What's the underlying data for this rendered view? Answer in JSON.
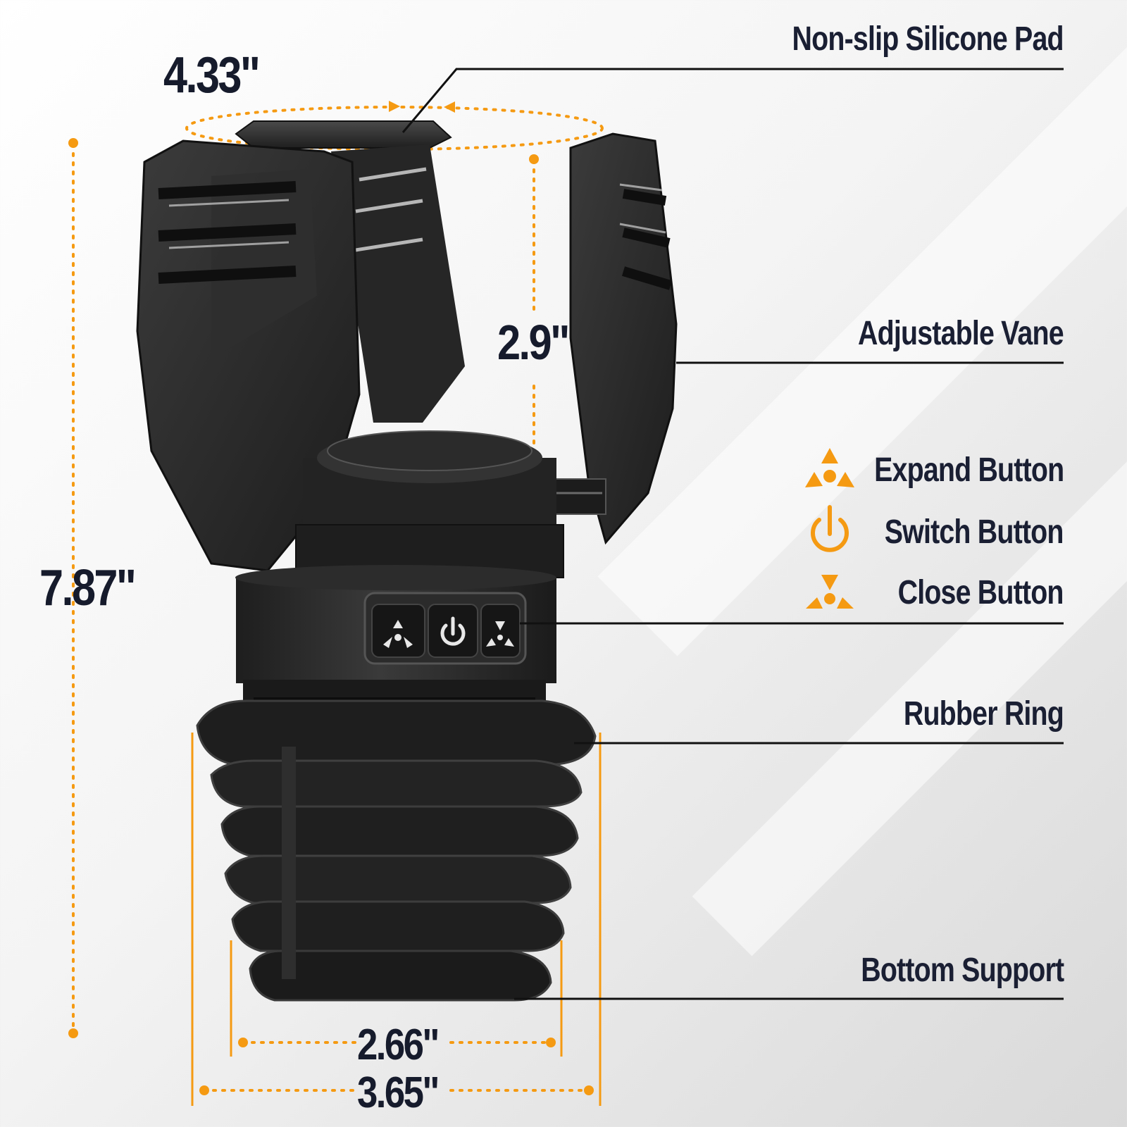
{
  "dimensions": {
    "top_width": "4.33\"",
    "vane_height": "2.9\"",
    "total_height": "7.87\"",
    "inner_base_width": "2.66\"",
    "outer_base_width": "3.65\""
  },
  "callouts": {
    "silicone_pad": "Non-slip Silicone Pad",
    "adjustable_vane": "Adjustable Vane",
    "expand_button": "Expand Button",
    "switch_button": "Switch Button",
    "close_button": "Close Button",
    "rubber_ring": "Rubber Ring",
    "bottom_support": "Bottom Support"
  },
  "icons": {
    "expand": "triple-arrow-outward-icon",
    "switch": "power-icon",
    "close": "triple-arrow-inward-icon"
  },
  "colors": {
    "accent": "#f59a12",
    "product": "#2a2a2a",
    "text": "#1a1f33"
  }
}
